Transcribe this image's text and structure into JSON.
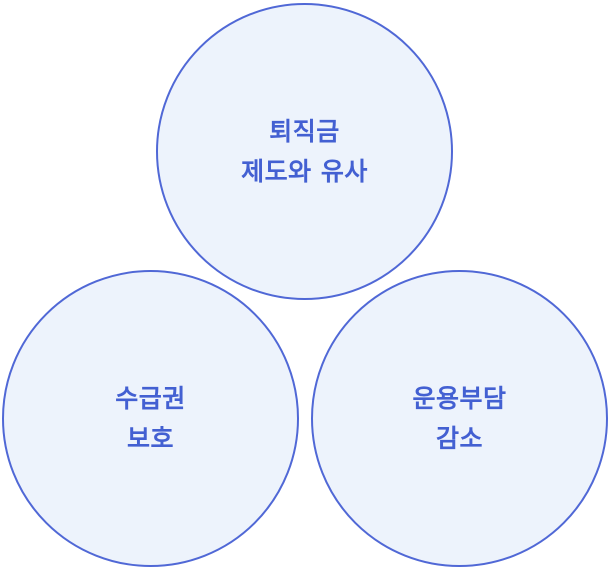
{
  "style": {
    "circle_fill": "#edf3fc",
    "circle_stroke": "#5068d6",
    "label_color": "#4360d2"
  },
  "circles": [
    {
      "line1": "퇴직금",
      "line2": "제도와 유사"
    },
    {
      "line1": "수급권",
      "line2": "보호"
    },
    {
      "line1": "운용부담",
      "line2": "감소"
    }
  ]
}
